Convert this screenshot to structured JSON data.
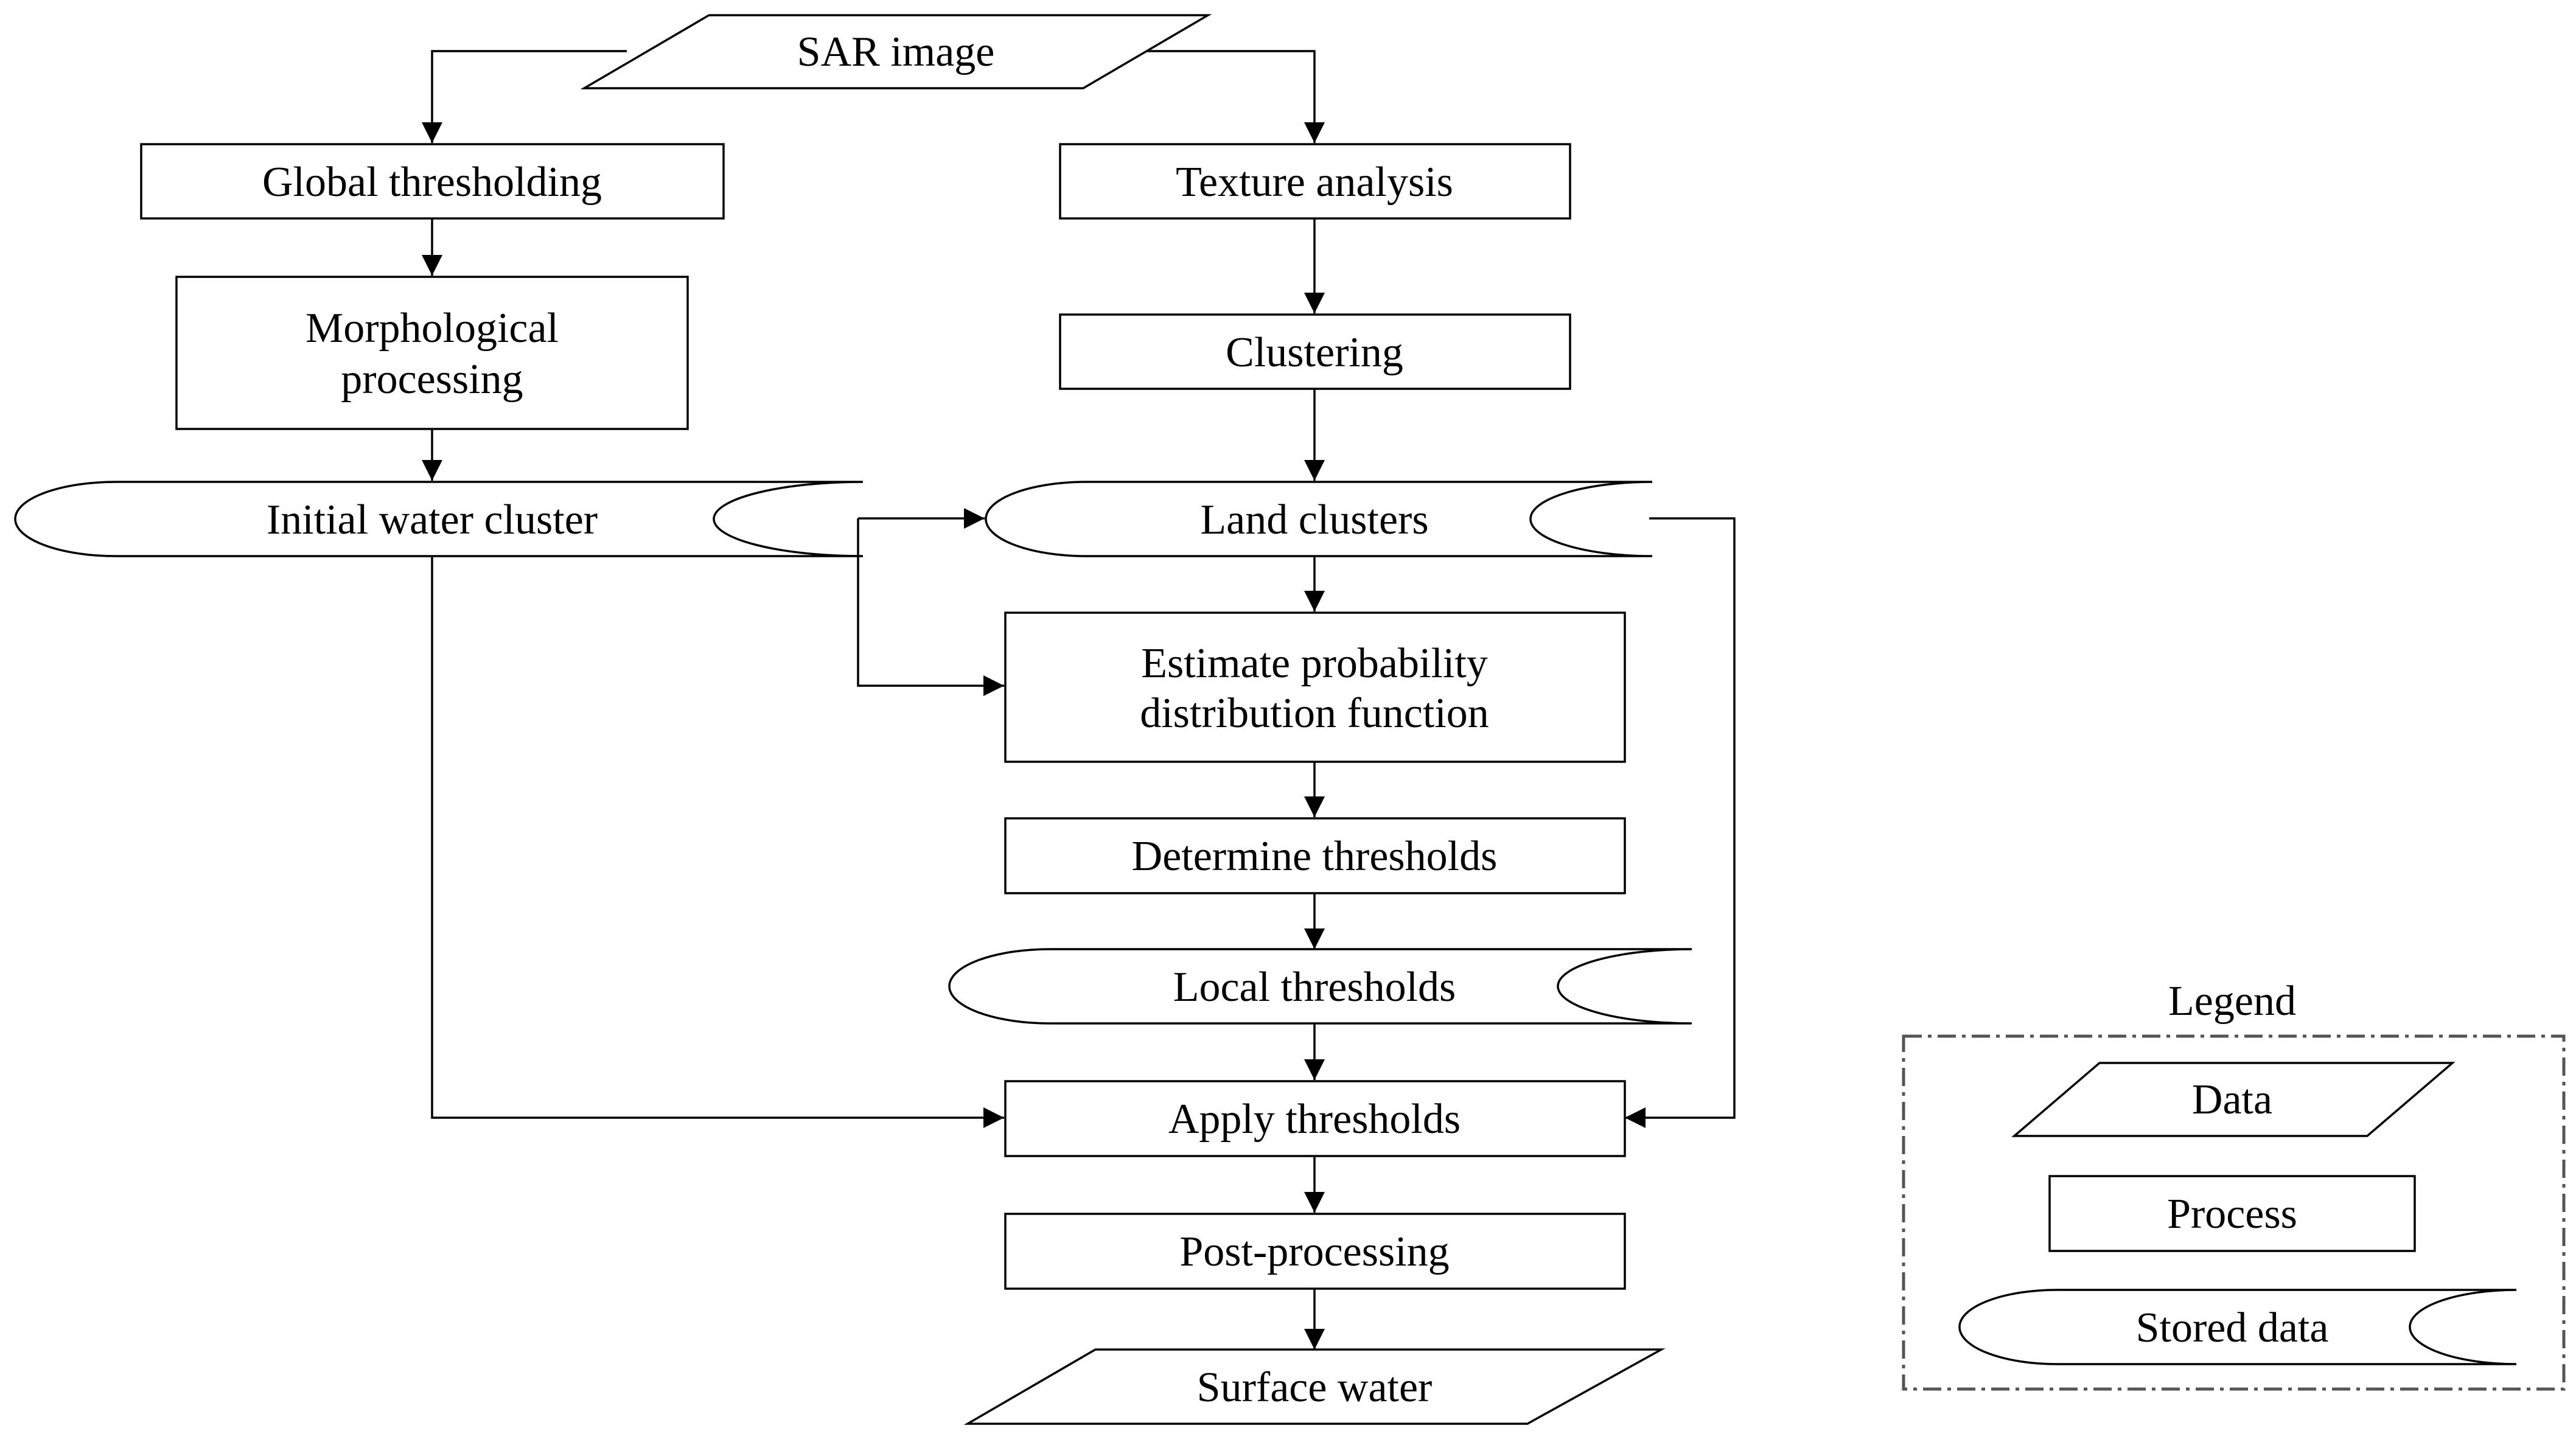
{
  "nodes": {
    "sar_image": "SAR image",
    "global_thresholding": "Global thresholding",
    "morphological_processing": [
      "Morphological",
      "processing"
    ],
    "initial_water_cluster": "Initial water cluster",
    "texture_analysis": "Texture analysis",
    "clustering": "Clustering",
    "land_clusters": "Land clusters",
    "estimate_pdf": [
      "Estimate probability",
      "distribution function"
    ],
    "determine_thresholds": "Determine thresholds",
    "local_thresholds": "Local thresholds",
    "apply_thresholds": "Apply thresholds",
    "post_processing": "Post-processing",
    "surface_water": "Surface water"
  },
  "legend": {
    "title": "Legend",
    "data": "Data",
    "process": "Process",
    "stored_data": "Stored data"
  }
}
